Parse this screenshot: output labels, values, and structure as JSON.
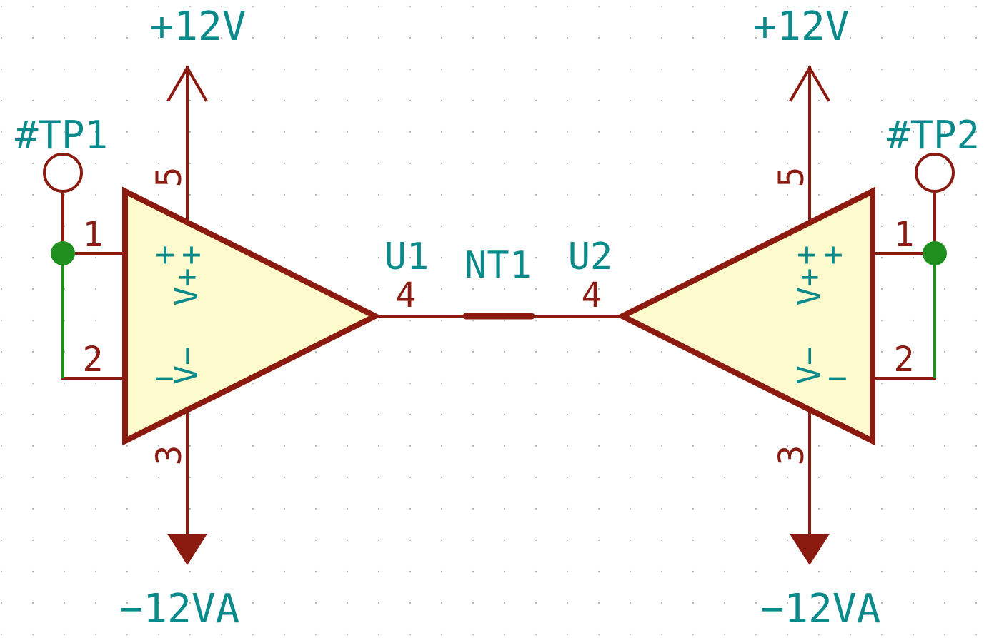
{
  "colors": {
    "wire": "#8b1a10",
    "net": "#1f8f1f",
    "label": "#0a8a8a",
    "body_fill": "#fdfbcd",
    "junction": "#1f8f1f",
    "grid_dot": "#b9b9b9"
  },
  "power": {
    "top_left": "+12V",
    "top_right": "+12V",
    "bottom_left": "−12VA",
    "bottom_right": "−12VA"
  },
  "test_points": {
    "left": "#TP1",
    "right": "#TP2"
  },
  "components": {
    "left_ref": "U1",
    "right_ref": "U2",
    "net_tie": "NT1"
  },
  "pins": {
    "left": {
      "p1": "1",
      "p2": "2",
      "p3": "3",
      "p4": "4",
      "p5": "5"
    },
    "right": {
      "p1": "1",
      "p2": "2",
      "p3": "3",
      "p4": "4",
      "p5": "5"
    }
  },
  "inner": {
    "v_plus": "V+",
    "v_minus": "V−",
    "plus": "+",
    "minus": "−"
  }
}
